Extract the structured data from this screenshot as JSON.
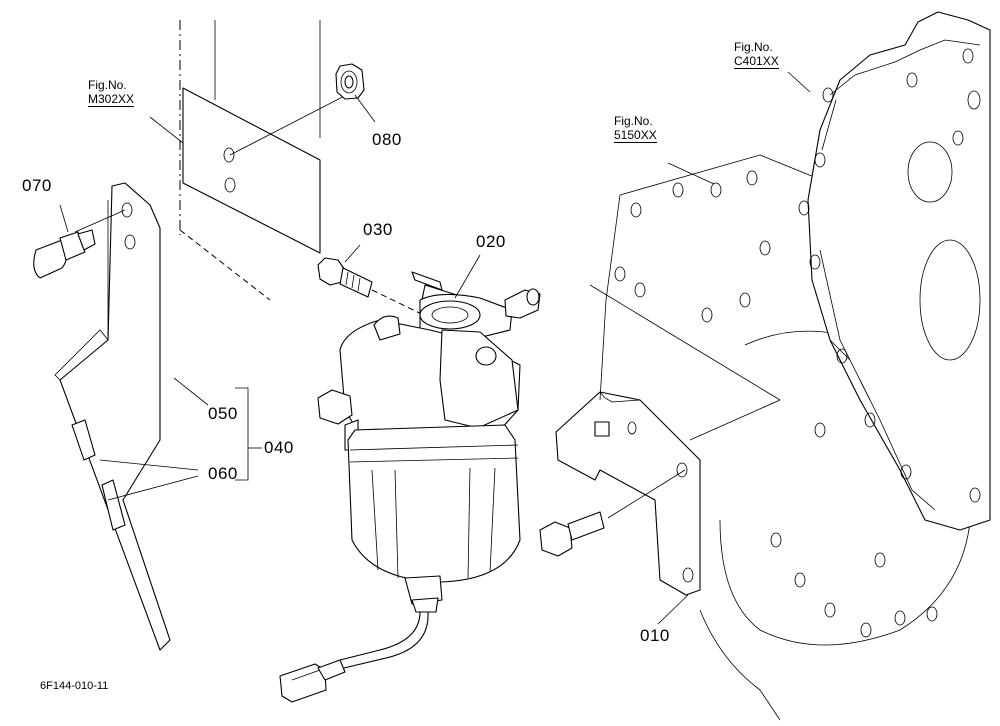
{
  "fig_refs": [
    {
      "label": "Fig.No.",
      "code": "M302XX"
    },
    {
      "label": "Fig.No.",
      "code": "C401XX"
    },
    {
      "label": "Fig.No.",
      "code": "5150XX"
    }
  ],
  "part_numbers": {
    "p010": "010",
    "p020": "020",
    "p030": "030",
    "p040": "040",
    "p050": "050",
    "p060": "060",
    "p070": "070",
    "p080": "080"
  },
  "drawing_code": "6F144-010-11"
}
